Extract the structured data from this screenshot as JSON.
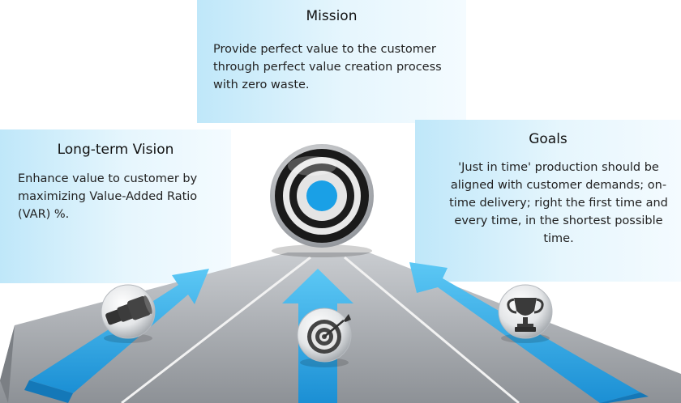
{
  "mission": {
    "title": "Mission",
    "text": "Provide perfect value to the customer through perfect value creation process with zero waste."
  },
  "vision": {
    "title": "Long-term Vision",
    "text": "Enhance value to customer by maximizing Value-Added Ratio (VAR) %."
  },
  "goals": {
    "title": "Goals",
    "text": "'Just in time' production should be aligned with customer demands; on-time delivery; right the first time and every time, in the shortest possible time."
  },
  "icons": {
    "center": "bullseye-target-icon",
    "left": "telescope-icon",
    "middle": "dart-target-icon",
    "right": "trophy-icon"
  },
  "colors": {
    "arrow": "#2fa8e8",
    "road": "#9a9ea3",
    "target_center": "#1aa0e6",
    "box_fill": "#d6f0fb"
  }
}
